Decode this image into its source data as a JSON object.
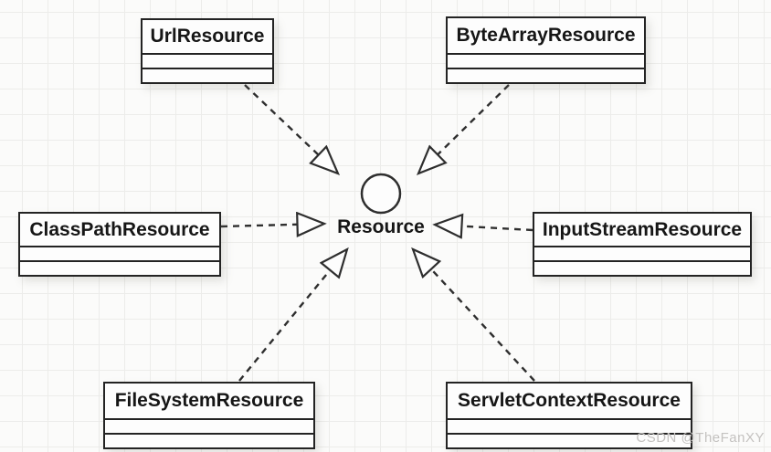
{
  "diagram": {
    "interface": {
      "name": "Resource"
    },
    "classes": [
      {
        "name": "UrlResource"
      },
      {
        "name": "ByteArrayResource"
      },
      {
        "name": "ClassPathResource"
      },
      {
        "name": "InputStreamResource"
      },
      {
        "name": "FileSystemResource"
      },
      {
        "name": "ServletContextResource"
      }
    ],
    "relations": [
      {
        "from": "UrlResource",
        "to": "Resource",
        "style": "dashed-open-triangle"
      },
      {
        "from": "ByteArrayResource",
        "to": "Resource",
        "style": "dashed-open-triangle"
      },
      {
        "from": "ClassPathResource",
        "to": "Resource",
        "style": "dashed-open-triangle"
      },
      {
        "from": "InputStreamResource",
        "to": "Resource",
        "style": "dashed-open-triangle"
      },
      {
        "from": "FileSystemResource",
        "to": "Resource",
        "style": "dashed-open-triangle"
      },
      {
        "from": "ServletContextResource",
        "to": "Resource",
        "style": "dashed-open-triangle"
      }
    ]
  },
  "watermark": {
    "text": "CSDN @TheFanXY"
  },
  "colors": {
    "background": "#fbfbfa",
    "grid_line": "#ececea",
    "box_border": "#232323",
    "box_fill": "#fdfdfd",
    "connector": "#2e2e2e",
    "text": "#161616",
    "watermark": "#c4c2c0"
  }
}
